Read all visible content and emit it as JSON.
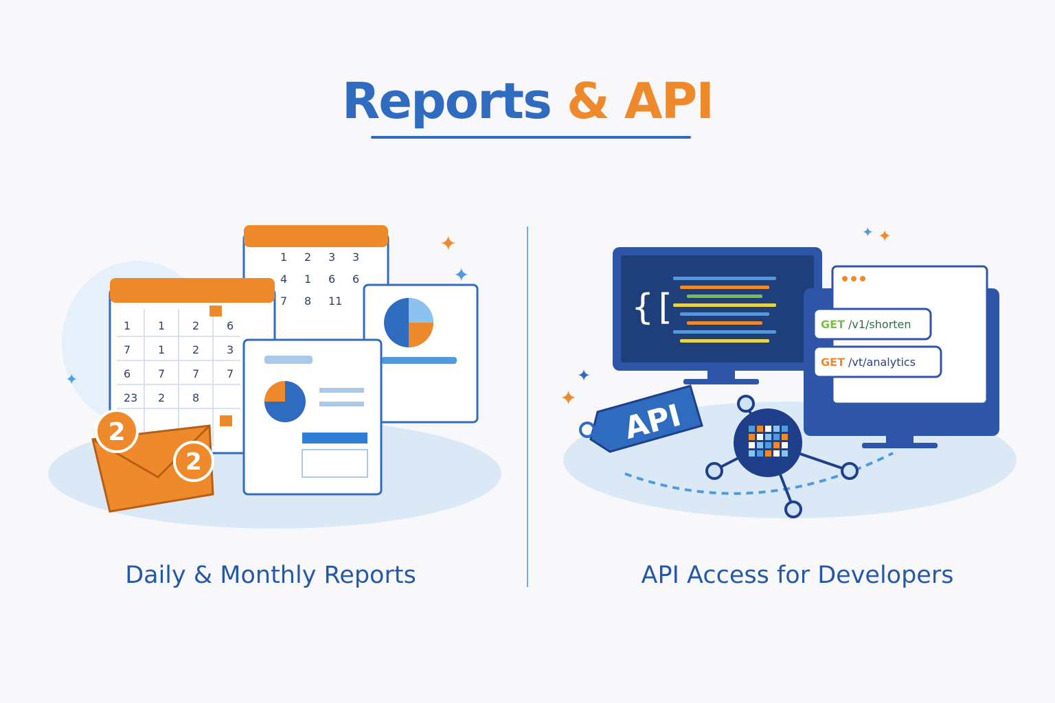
{
  "title": {
    "part1": "Reports",
    "part2": "& API"
  },
  "left": {
    "caption": "Daily & Monthly Reports",
    "badge_number": "2",
    "calendar_front_days": [
      "1",
      "1",
      "2",
      "6",
      "7",
      "1",
      "2",
      "3",
      "6",
      "7",
      "7",
      "7",
      "23",
      "2",
      "8"
    ],
    "calendar_back_days": [
      "1",
      "2",
      "3",
      "3",
      "4",
      "1",
      "6",
      "6",
      "7",
      "8",
      "11"
    ]
  },
  "right": {
    "caption": "API Access for Developers",
    "tag_label": "API",
    "code_brace": "{[",
    "endpoints": [
      {
        "method": "GET",
        "path": "/v1/shorten",
        "method_color": "#7dbb4a"
      },
      {
        "method": "GET",
        "path": "/vt/analytics",
        "method_color": "#ee8a2c"
      }
    ]
  },
  "colors": {
    "blue": "#2f6bbf",
    "orange": "#ee8a2c",
    "navy": "#1f3f8a"
  }
}
